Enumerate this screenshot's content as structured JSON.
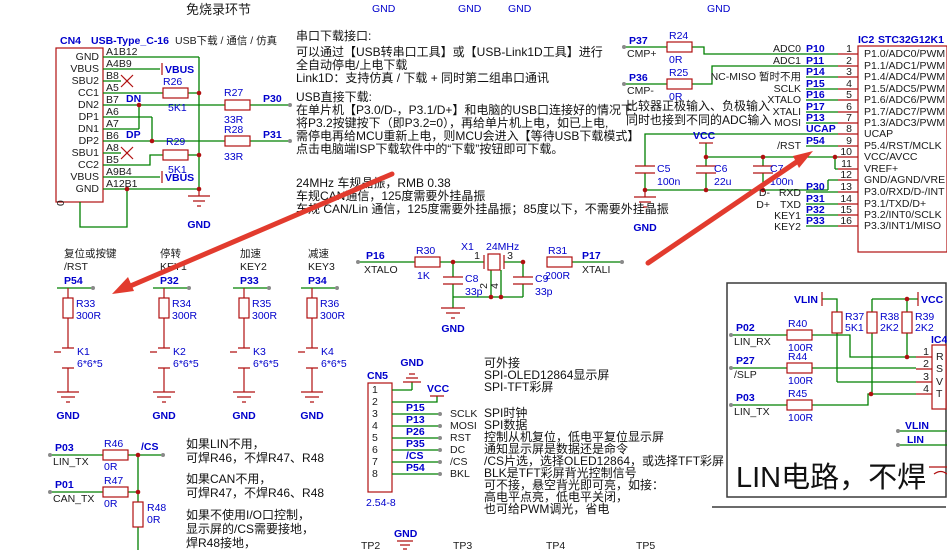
{
  "colors": {
    "wire": "#008000",
    "component": "#b01010",
    "label_blue": "#0000cc",
    "annotation_red": "#e23b2e"
  },
  "header": {
    "title": "免烧录环节",
    "top_gnd": [
      "GND",
      "GND",
      "GND",
      "GND"
    ]
  },
  "cn4": {
    "designator": "CN4",
    "part": "USB-Type_C-16",
    "title": "USB下载 / 通信 / 仿真",
    "pins": [
      {
        "name": "GND",
        "id": "A1B12"
      },
      {
        "name": "VBUS",
        "id": "A4B9"
      },
      {
        "name": "SBU2",
        "id": "B8"
      },
      {
        "name": "CC1",
        "id": "A5"
      },
      {
        "name": "DN2",
        "id": "B7"
      },
      {
        "name": "DP1",
        "id": "A6"
      },
      {
        "name": "DN1",
        "id": "A7"
      },
      {
        "name": "DP2",
        "id": "B6"
      },
      {
        "name": "SBU1",
        "id": "A8"
      },
      {
        "name": "CC2",
        "id": "B5"
      },
      {
        "name": "VBUS",
        "id": "A9B4"
      },
      {
        "name": "GND",
        "id": "A12B1"
      }
    ],
    "dn": "DN",
    "dp": "DP",
    "vbus_top": "VBUS",
    "vbus_bottom": "VBUS",
    "gnd": "GND",
    "zero": "0",
    "r26": "R26",
    "r26v": "5K1",
    "r27": "R27",
    "r27v": "33R",
    "r28": "R28",
    "r28v": "33R",
    "r29": "R29",
    "r29v": "5K1",
    "p30": "P30",
    "p31": "P31"
  },
  "notes": {
    "serial": [
      "串口下载接口:",
      "可以通过【USB转串口工具】或【USB-Link1D工具】进行",
      "全自动停电/上电下载",
      "Link1D：支持仿真 / 下载 + 同时第二组串口通讯"
    ],
    "usb": [
      "USB直接下载:",
      "在单片机【P3.0/D-，P3.1/D+】和电脑的USB口连接好的情况下,",
      "将P3.2按键按下（即P3.2=0），再给单片机上电，如已上电,",
      "需停电再给MCU重新上电，则MCU会进入【等待USB下载模式】",
      "点击电脑端ISP下载软件中的“下载”按钮即可下载。"
    ],
    "xtal": [
      "24MHz 车规晶振，RMB 0.38",
      "车规CAN通信，125度需要外挂晶振",
      "车规 CAN/Lin 通信，125度需要外挂晶振；85度以下，不需要外挂晶振"
    ]
  },
  "ic2": {
    "designator": "IC2",
    "part": "STC32G12K1",
    "rows": [
      {
        "num": "1",
        "port": "P10",
        "inner": "P1.0/ADC0/PWM",
        "label": "ADC0"
      },
      {
        "num": "2",
        "port": "P11",
        "inner": "P1.1/ADC1/PWM",
        "label": "ADC1"
      },
      {
        "num": "3",
        "port": "P14",
        "inner": "P1.4/ADC4/PWM",
        "label": "NC-MISO 暂时不用"
      },
      {
        "num": "4",
        "port": "P15",
        "inner": "P1.5/ADC5/PWM",
        "label": "SCLK"
      },
      {
        "num": "5",
        "port": "P16",
        "inner": "P1.6/ADC6/PWM",
        "label": "XTALO"
      },
      {
        "num": "6",
        "port": "P17",
        "inner": "P1.7/ADC7/PWM",
        "label": "XTALI"
      },
      {
        "num": "7",
        "port": "P13",
        "inner": "P1.3/ADC3/PWM",
        "label": "MOSI"
      },
      {
        "num": "8",
        "port": "UCAP",
        "inner": "UCAP",
        "label": ""
      },
      {
        "num": "9",
        "port": "P54",
        "inner": "P5.4/RST/MCLK",
        "label": "/RST"
      },
      {
        "num": "10",
        "inner": "VCC/AVCC"
      },
      {
        "num": "11",
        "inner": "VREF+"
      },
      {
        "num": "12",
        "inner": "GND/AGND/VRE"
      },
      {
        "num": "13",
        "port": "P30",
        "inner": "P3.0/RXD/D-/INT",
        "label": "RXD"
      },
      {
        "num": "14",
        "port": "P31",
        "inner": "P3.1/TXD/D+",
        "label": "TXD"
      },
      {
        "num": "15",
        "port": "P32",
        "inner": "P3.2/INT0/SCLK",
        "label": "KEY1"
      },
      {
        "num": "16",
        "port": "P33",
        "inner": "P3.3/INT1/MISO",
        "label": "KEY2"
      }
    ],
    "dm": "D-",
    "dp": "D+",
    "p37": "P37",
    "cmpp": "CMP+",
    "r24": "R24",
    "r24v": "0R",
    "p36": "P36",
    "cmpm": "CMP-",
    "r25": "R25",
    "r25v": "0R",
    "note1": "比较器正极输入、负极输入",
    "note2": "同时也接到不同的ADC输入",
    "c5": "C5",
    "c5v": "100n",
    "c6": "C6",
    "c6v": "22u",
    "c7": "C7",
    "c7v": "100n",
    "vcc": "VCC",
    "gnd": "GND"
  },
  "keys": {
    "cols": [
      {
        "desc": "复位或按键",
        "func": "/RST",
        "port": "P54",
        "rref": "R33",
        "rval": "300R",
        "kref": "K1",
        "kval": "6*6*5",
        "gnd": "GND"
      },
      {
        "desc": "停转",
        "func": "KEY1",
        "port": "P32",
        "rref": "R34",
        "rval": "300R",
        "kref": "K2",
        "kval": "6*6*5",
        "gnd": "GND"
      },
      {
        "desc": "加速",
        "func": "KEY2",
        "port": "P33",
        "rref": "R35",
        "rval": "300R",
        "kref": "K3",
        "kval": "6*6*5",
        "gnd": "GND"
      },
      {
        "desc": "减速",
        "func": "KEY3",
        "port": "P34",
        "rref": "R36",
        "rval": "300R",
        "kref": "K4",
        "kval": "6*6*5",
        "gnd": "GND"
      }
    ]
  },
  "xtal": {
    "p16": "P16",
    "xtalo": "XTALO",
    "r30": "R30",
    "r30v": "1K",
    "x1": "X1",
    "freq": "24MHz",
    "n1": "1",
    "n3": "3",
    "n2": "2",
    "n4": "4",
    "c8": "C8",
    "c8v": "33p",
    "c9": "C9",
    "c9v": "33p",
    "r31": "R31",
    "r31v": "200R",
    "p17": "P17",
    "xtali": "XTALI",
    "gnd": "GND"
  },
  "cn5": {
    "designator": "CN5",
    "footprint": "2.54-8",
    "gnd": "GND",
    "vcc": "VCC",
    "header": [
      "可外接",
      "SPI-OLED12864显示屏",
      "SPI-TFT彩屏"
    ],
    "rows": [
      {
        "num": "1"
      },
      {
        "num": "2"
      },
      {
        "num": "3",
        "port": "P15",
        "func": "SCLK",
        "desc": "SPI时钟"
      },
      {
        "num": "4",
        "port": "P13",
        "func": "MOSI",
        "desc": "SPI数据"
      },
      {
        "num": "5",
        "port": "P26",
        "func": "RST",
        "desc": "控制从机复位，低电平复位显示屏"
      },
      {
        "num": "6",
        "port": "P35",
        "func": "DC",
        "desc": "通知显示屏是数据还是命令"
      },
      {
        "num": "7",
        "port": "/CS",
        "func": "/CS",
        "desc": "/CS片选，选择OLED12864，或选择TFT彩屏"
      },
      {
        "num": "8",
        "port": "P54",
        "func": "BKL",
        "desc": "BLK是TFT彩屏背光控制信号"
      }
    ],
    "extra": [
      "可不接，悬空背光即可亮，如接：",
      "高电平点亮，低电平关闭，",
      "也可给PWM调光，省电"
    ]
  },
  "bl": {
    "p03": "P03",
    "lin_tx": "LIN_TX",
    "r46": "R46",
    "r46v": "0R",
    "cs": "/CS",
    "p01": "P01",
    "can_tx": "CAN_TX",
    "r47": "R47",
    "r47v": "0R",
    "r48": "R48",
    "r48v": "0R",
    "notes": [
      "如果LIN不用，",
      "可焊R46，不焊R47、R48",
      "如果CAN不用，",
      "可焊R47，不焊R46、R48",
      "如果不使用I/O口控制，",
      "显示屏的/CS需要接地，",
      "焊R48接地，"
    ]
  },
  "lin": {
    "vlin": "VLIN",
    "vcc": "VCC",
    "r37": "R37",
    "r37v": "5K1",
    "r38": "R38",
    "r38v": "2K2",
    "r39": "R39",
    "r39v": "2K2",
    "p02": "P02",
    "lin_rx": "LIN_RX",
    "r40": "R40",
    "r40v": "100R",
    "p27": "P27",
    "slp": "/SLP",
    "r44": "R44",
    "r44v": "100R",
    "p03": "P03",
    "lin_tx": "LIN_TX",
    "r45": "R45",
    "r45v": "100R",
    "ic4": "IC4",
    "pins": [
      "1",
      "2",
      "3",
      "4"
    ],
    "pinlabels": [
      "R",
      "S",
      "V",
      "T"
    ],
    "vlin2": "VLIN",
    "lin2": "LIN",
    "caption": "LIN电路，不焊"
  },
  "tp": {
    "tp2": "TP2",
    "gnd": "GND",
    "tp3": "TP3",
    "tp4": "TP4",
    "tp5": "TP5"
  }
}
